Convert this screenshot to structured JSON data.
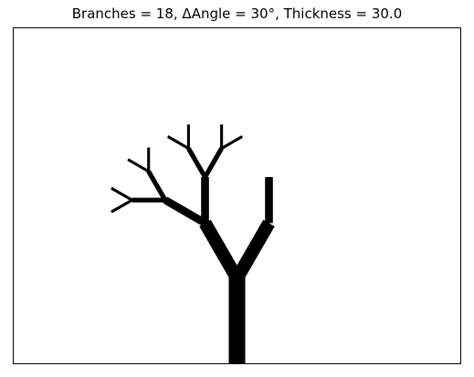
{
  "figure": {
    "title": "Branches = 18, ΔAngle = 30°, Thickness = 30.0",
    "background_color": "#ffffff",
    "ink_color": "#000000"
  },
  "tree": {
    "branches": 18,
    "delta_angle_deg": 30,
    "thickness": 30.0
  }
}
